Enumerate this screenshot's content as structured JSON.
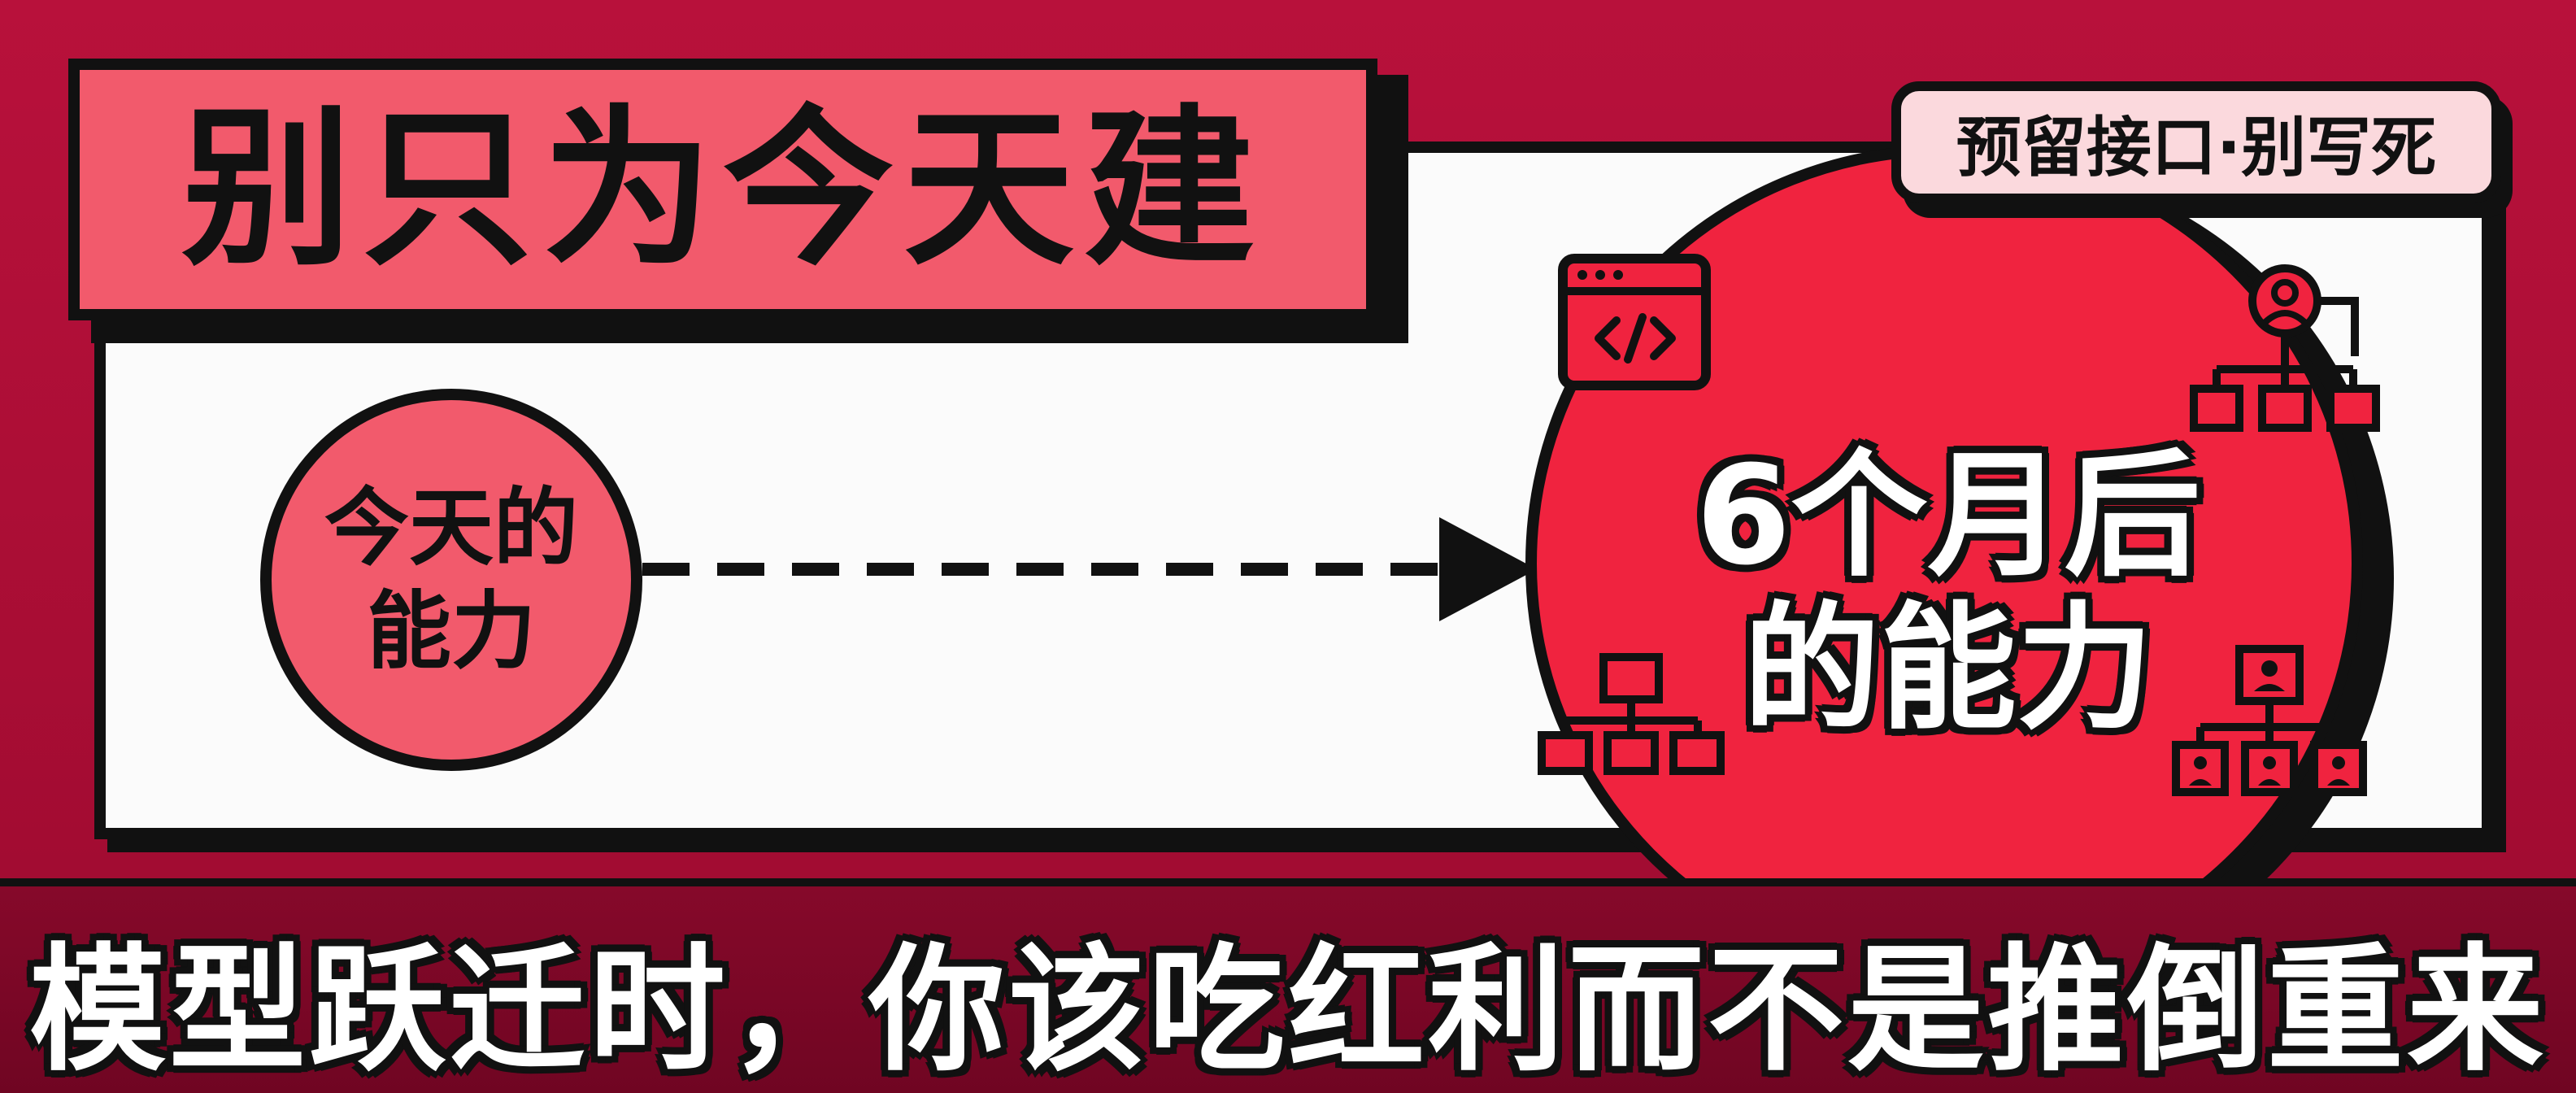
{
  "title": "别只为今天建",
  "badge": "预留接口·别写死",
  "today_label": {
    "line1": "今天的",
    "line2": "能力"
  },
  "future_label": {
    "line1": "6个月后",
    "line2": "的能力"
  },
  "bottom_caption": "模型跃迁时，你该吃红利而不是推倒重来",
  "icons": [
    "code-window-icon",
    "user-hierarchy-icon",
    "network-hierarchy-icon",
    "team-hierarchy-icon"
  ],
  "colors": {
    "background": "#b00f36",
    "accent_red": "#f0233f",
    "pink": "#f25a6c",
    "badge_bg": "#fbd9dd",
    "outline": "#111111",
    "banner": "#7a0726"
  }
}
